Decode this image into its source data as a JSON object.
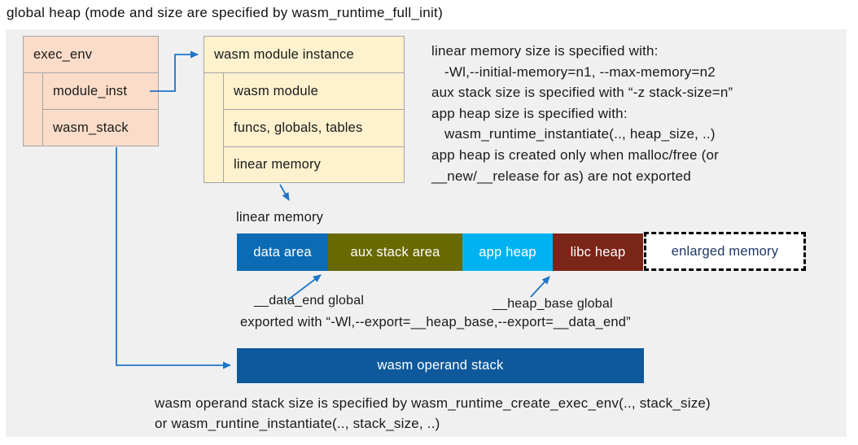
{
  "title": "global heap (mode and size are specified by wasm_runtime_full_init)",
  "exec_env": {
    "header": "exec_env",
    "rows": [
      "module_inst",
      "wasm_stack"
    ]
  },
  "module_instance": {
    "header": "wasm module instance",
    "rows": [
      "wasm module",
      "funcs, globals, tables",
      "linear memory"
    ]
  },
  "notes": {
    "lines": [
      "linear memory size is specified with:",
      "-Wl,--initial-memory=n1, --max-memory=n2",
      "aux stack size is specified with “-z stack-size=n”",
      "app heap size is specified with:",
      "wasm_runtime_instantiate(.., heap_size, ..)",
      "app heap is created only when malloc/free (or",
      "__new/__release for as) are not exported"
    ]
  },
  "linear_memory": {
    "label": "linear memory",
    "segments": [
      {
        "label": "data area",
        "color": "#0b6bb5",
        "text_color": "#ffffff"
      },
      {
        "label": "aux stack area",
        "color": "#686900",
        "text_color": "#ffffff"
      },
      {
        "label": "app heap",
        "color": "#00b3f0",
        "text_color": "#ffffff"
      },
      {
        "label": "libc heap",
        "color": "#7b2418",
        "text_color": "#ffffff"
      },
      {
        "label": "enlarged memory",
        "color": "#ffffff",
        "text_color": "#1f3864"
      }
    ],
    "data_end_label": "__data_end global",
    "heap_base_label": "__heap_base global",
    "export_note": "exported with “-Wl,--export=__heap_base,--export=__data_end”"
  },
  "operand_stack": {
    "label": "wasm operand stack",
    "note_line1": "wasm operand stack size is specified by wasm_runtime_create_exec_env(.., stack_size)",
    "note_line2": "or wasm_runtine_instantiate(.., stack_size, ..)"
  },
  "colors": {
    "panel_bg": "#f0f0f1",
    "box_pink": "#fbdcc9",
    "box_cream": "#fdf1ce",
    "box_border": "#a6a6a6",
    "arrow_blue": "#1f74c8",
    "operand_stack_bar": "#0e599c",
    "enlarged_memory_border": "#000000",
    "text": "#1a1a1a"
  }
}
